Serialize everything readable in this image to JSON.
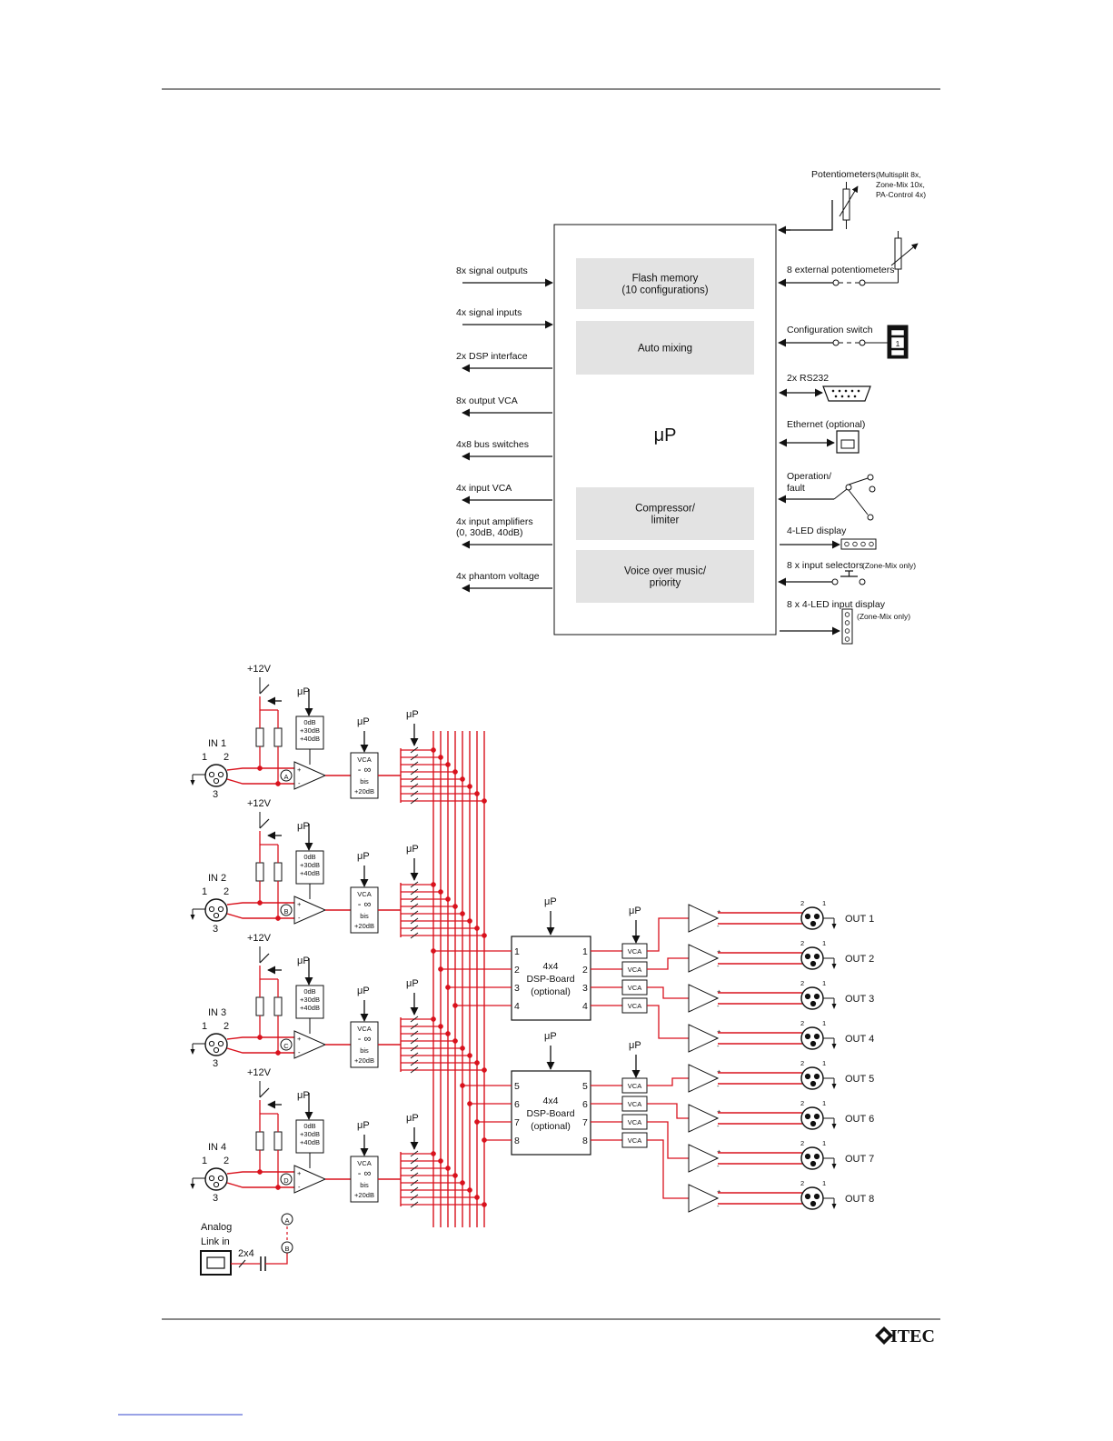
{
  "colors": {
    "signal": "#d9121d",
    "black": "#111111",
    "block_fill": "#e3e3e3"
  },
  "footer": {
    "logo_text": "ITEC"
  },
  "block": {
    "center_label": "μP",
    "internal_blocks": [
      "Flash memory|(10 configurations)",
      "Auto mixing",
      "Compressor/|limiter",
      "Voice over music/|priority"
    ],
    "left_signals": [
      "8x signal outputs",
      "4x signal inputs",
      "2x DSP interface",
      "8x output VCA",
      "4x8 bus switches",
      "4x input VCA",
      "4x input amplifiers|(0, 30dB, 40dB)",
      "4x phantom voltage"
    ],
    "right": {
      "potentiometers": "Potentiometers",
      "potentiometers_note": "(Multisplit 8x,|Zone-Mix 10x,|PA-Control 4x)",
      "ext_pots": "8 external potentiometers",
      "config_switch": "Configuration switch",
      "switch_digit": "1",
      "rs232": "2x RS232",
      "ethernet": "Ethernet (optional)",
      "operation": "Operation/|fault",
      "led_display": "4-LED display",
      "input_selectors": "8 x input selectors",
      "input_selectors_note": "(Zone-Mix only)",
      "input_led_display": "8 x 4-LED input display",
      "input_led_note": "(Zone-Mix only)"
    }
  },
  "schematic": {
    "plus12v": "+12V",
    "mu": "μP",
    "gain_steps": [
      "0dB",
      "+30dB",
      "+40dB"
    ],
    "vca_lines": [
      "VCA",
      "- ∞",
      "bis",
      "+20dB"
    ],
    "vca_small": "VCA",
    "inputs": [
      {
        "label": "IN 1",
        "node": "A",
        "gains": [
          "0dB",
          "+30dB",
          "+40dB"
        ]
      },
      {
        "label": "IN 2",
        "node": "B",
        "gains": [
          "0dB",
          "+30dB",
          "+40dB"
        ]
      },
      {
        "label": "IN 3",
        "node": "C",
        "gains": [
          "0dB",
          "+30dB",
          "+40dB"
        ]
      },
      {
        "label": "IN 4",
        "node": "D",
        "gains": [
          "0dB",
          "+30dB",
          "+40dB"
        ]
      }
    ],
    "xlr_pins": [
      "1",
      "2",
      "3"
    ],
    "plus_sign": "+",
    "minus_sign": "-",
    "dsp_label": "4x4|DSP-Board|(optional)",
    "dsp_ports": [
      [
        "1",
        "2",
        "3",
        "4"
      ],
      [
        "5",
        "6",
        "7",
        "8"
      ]
    ],
    "outputs": [
      "OUT 1",
      "OUT 2",
      "OUT 3",
      "OUT 4",
      "OUT 5",
      "OUT 6",
      "OUT 7",
      "OUT 8"
    ],
    "analog_link": "Analog|Link in",
    "link_2x4": "2x4",
    "link_nodes": [
      "A",
      "B"
    ]
  }
}
